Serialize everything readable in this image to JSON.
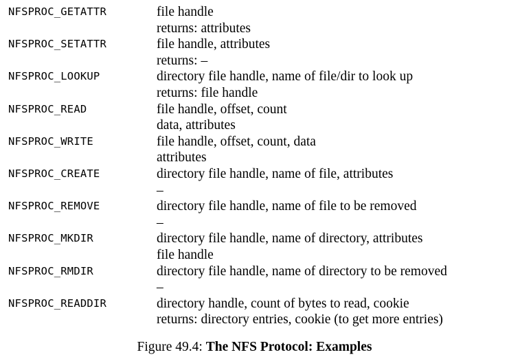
{
  "rows": [
    {
      "name": "NFSPROC_GETATTR",
      "args": "file handle",
      "returns": "returns: attributes"
    },
    {
      "name": "NFSPROC_SETATTR",
      "args": "file handle, attributes",
      "returns": "returns: –"
    },
    {
      "name": "NFSPROC_LOOKUP",
      "args": "directory file handle, name of file/dir to look up",
      "returns": "returns: file handle"
    },
    {
      "name": "NFSPROC_READ",
      "args": "file handle, offset, count",
      "returns": "data, attributes"
    },
    {
      "name": "NFSPROC_WRITE",
      "args": "file handle, offset, count, data",
      "returns": "attributes"
    },
    {
      "name": "NFSPROC_CREATE",
      "args": "directory file handle, name of file, attributes",
      "returns": "–"
    },
    {
      "name": "NFSPROC_REMOVE",
      "args": "directory file handle, name of file to be removed",
      "returns": "–"
    },
    {
      "name": "NFSPROC_MKDIR",
      "args": "directory file handle, name of directory, attributes",
      "returns": "file handle"
    },
    {
      "name": "NFSPROC_RMDIR",
      "args": "directory file handle, name of directory to be removed",
      "returns": "–"
    },
    {
      "name": "NFSPROC_READDIR",
      "args": "directory handle, count of bytes to read, cookie",
      "returns": "returns: directory entries, cookie (to get more entries)"
    }
  ],
  "caption": {
    "label": "Figure 49.4:",
    "title": "The NFS Protocol: Examples"
  }
}
